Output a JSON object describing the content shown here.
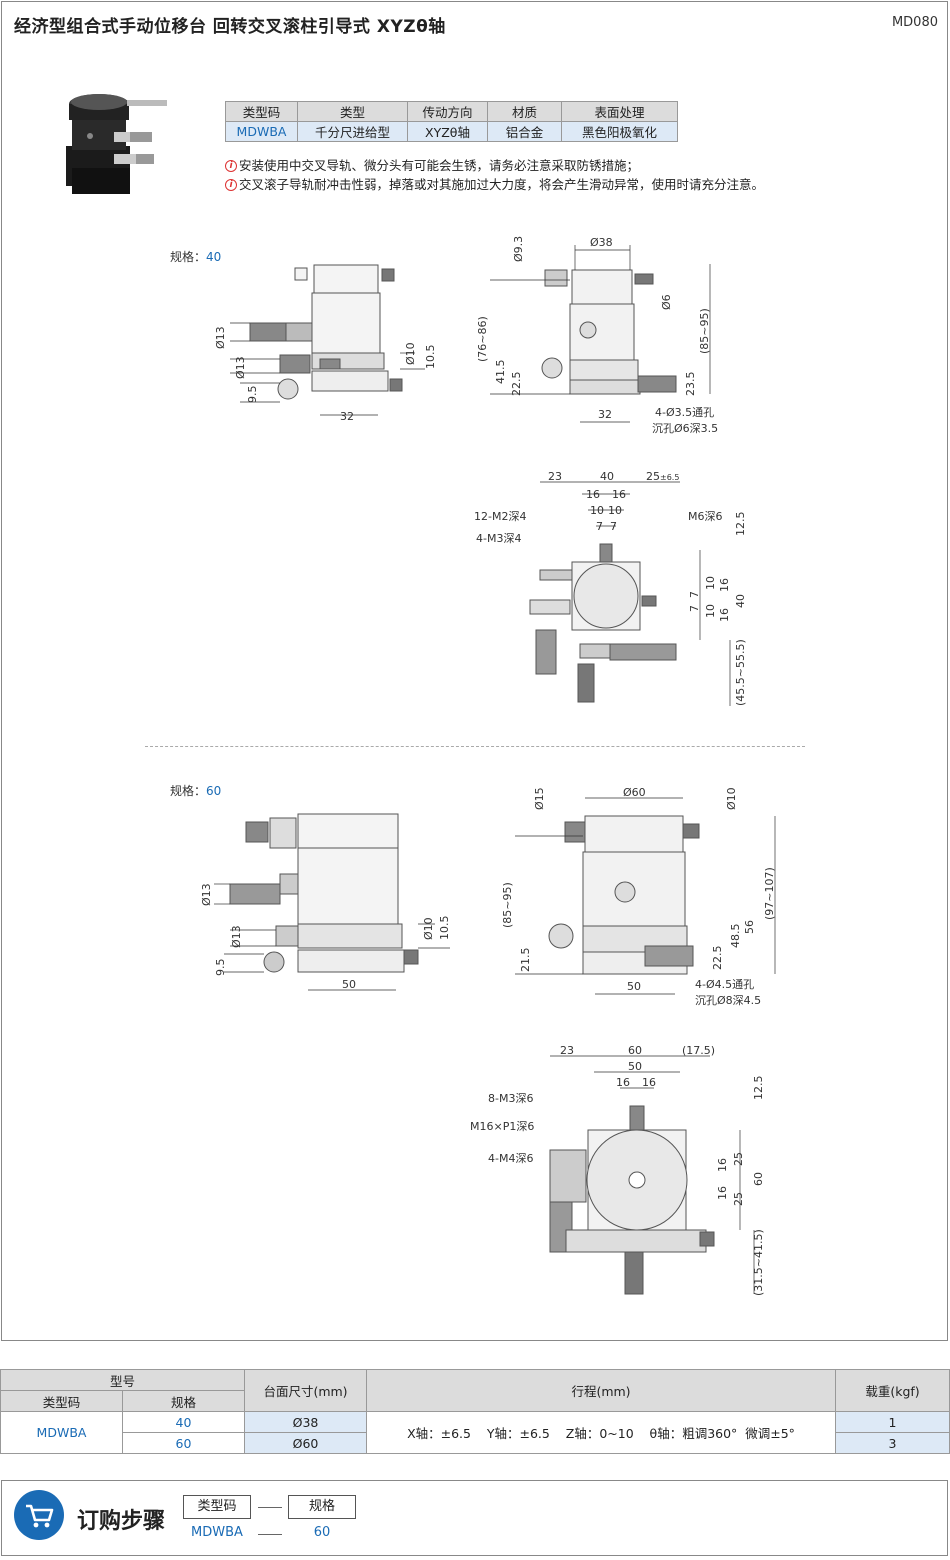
{
  "header": {
    "title": "经济型组合式手动位移台  回转交叉滚柱引导式  XYZθ轴",
    "code": "MD080"
  },
  "spec_table": {
    "headers": [
      "类型码",
      "类型",
      "传动方向",
      "材质",
      "表面处理"
    ],
    "row": [
      "MDWBA",
      "千分尺进给型",
      "XYZθ轴",
      "铝合金",
      "黑色阳极氧化"
    ]
  },
  "notes": [
    "安装使用中交叉导轨、微分头有可能会生锈，请务必注意采取防锈措施；",
    "交叉滚子导轨耐冲击性弱，掉落或对其施加过大力度，将会产生滑动异常，使用时请充分注意。"
  ],
  "size40": {
    "label": "规格：",
    "value": "40",
    "side_dims": [
      "Ø13",
      "Ø13",
      "9.5",
      "Ø10",
      "10.5",
      "32"
    ],
    "front_dims": [
      "Ø9.3",
      "Ø38",
      "Ø6",
      "(76~86)",
      "41.5",
      "22.5",
      "(85~95)",
      "23.5",
      "32",
      "4-Ø3.5通孔",
      "沉孔Ø6深3.5"
    ],
    "top_dims": [
      "23",
      "40",
      "25",
      "±6.5",
      "16",
      "16",
      "10",
      "10",
      "7",
      "7",
      "12-M2深4",
      "4-M3深4",
      "M6深6",
      "12.5",
      "16",
      "10",
      "7",
      "7",
      "10",
      "16",
      "40",
      "(45.5~55.5)"
    ]
  },
  "size60": {
    "label": "规格：",
    "value": "60",
    "side_dims": [
      "Ø13",
      "Ø13",
      "9.5",
      "Ø10",
      "10.5",
      "50"
    ],
    "front_dims": [
      "Ø15",
      "Ø60",
      "Ø10",
      "(85~95)",
      "21.5",
      "48.5",
      "56",
      "(97~107)",
      "22.5",
      "50",
      "4-Ø4.5通孔",
      "沉孔Ø8深4.5"
    ],
    "top_dims": [
      "23",
      "60",
      "(17.5)",
      "50",
      "16",
      "16",
      "8-M3深6",
      "M16×P1深6",
      "4-M4深6",
      "12.5",
      "16",
      "25",
      "60",
      "16",
      "25",
      "(31.5~41.5)"
    ]
  },
  "data_table": {
    "h_model": "型号",
    "h_type": "类型码",
    "h_spec": "规格",
    "h_size": "台面尺寸(mm)",
    "h_travel": "行程(mm)",
    "h_load": "载重(kgf)",
    "type": "MDWBA",
    "rows": [
      {
        "spec": "40",
        "size": "Ø38",
        "load": "1"
      },
      {
        "spec": "60",
        "size": "Ø60",
        "load": "3"
      }
    ],
    "travel": "X轴：±6.5    Y轴：±6.5    Z轴：0~10    θ轴：粗调360°  微调±5°"
  },
  "order": {
    "title": "订购步骤",
    "h1": "类型码",
    "h2": "规格",
    "v1": "MDWBA",
    "v2": "60"
  },
  "colors": {
    "accent": "#1a6bb5",
    "header_gray": "#dcdcdc",
    "cell_blue": "#dde9f6"
  }
}
